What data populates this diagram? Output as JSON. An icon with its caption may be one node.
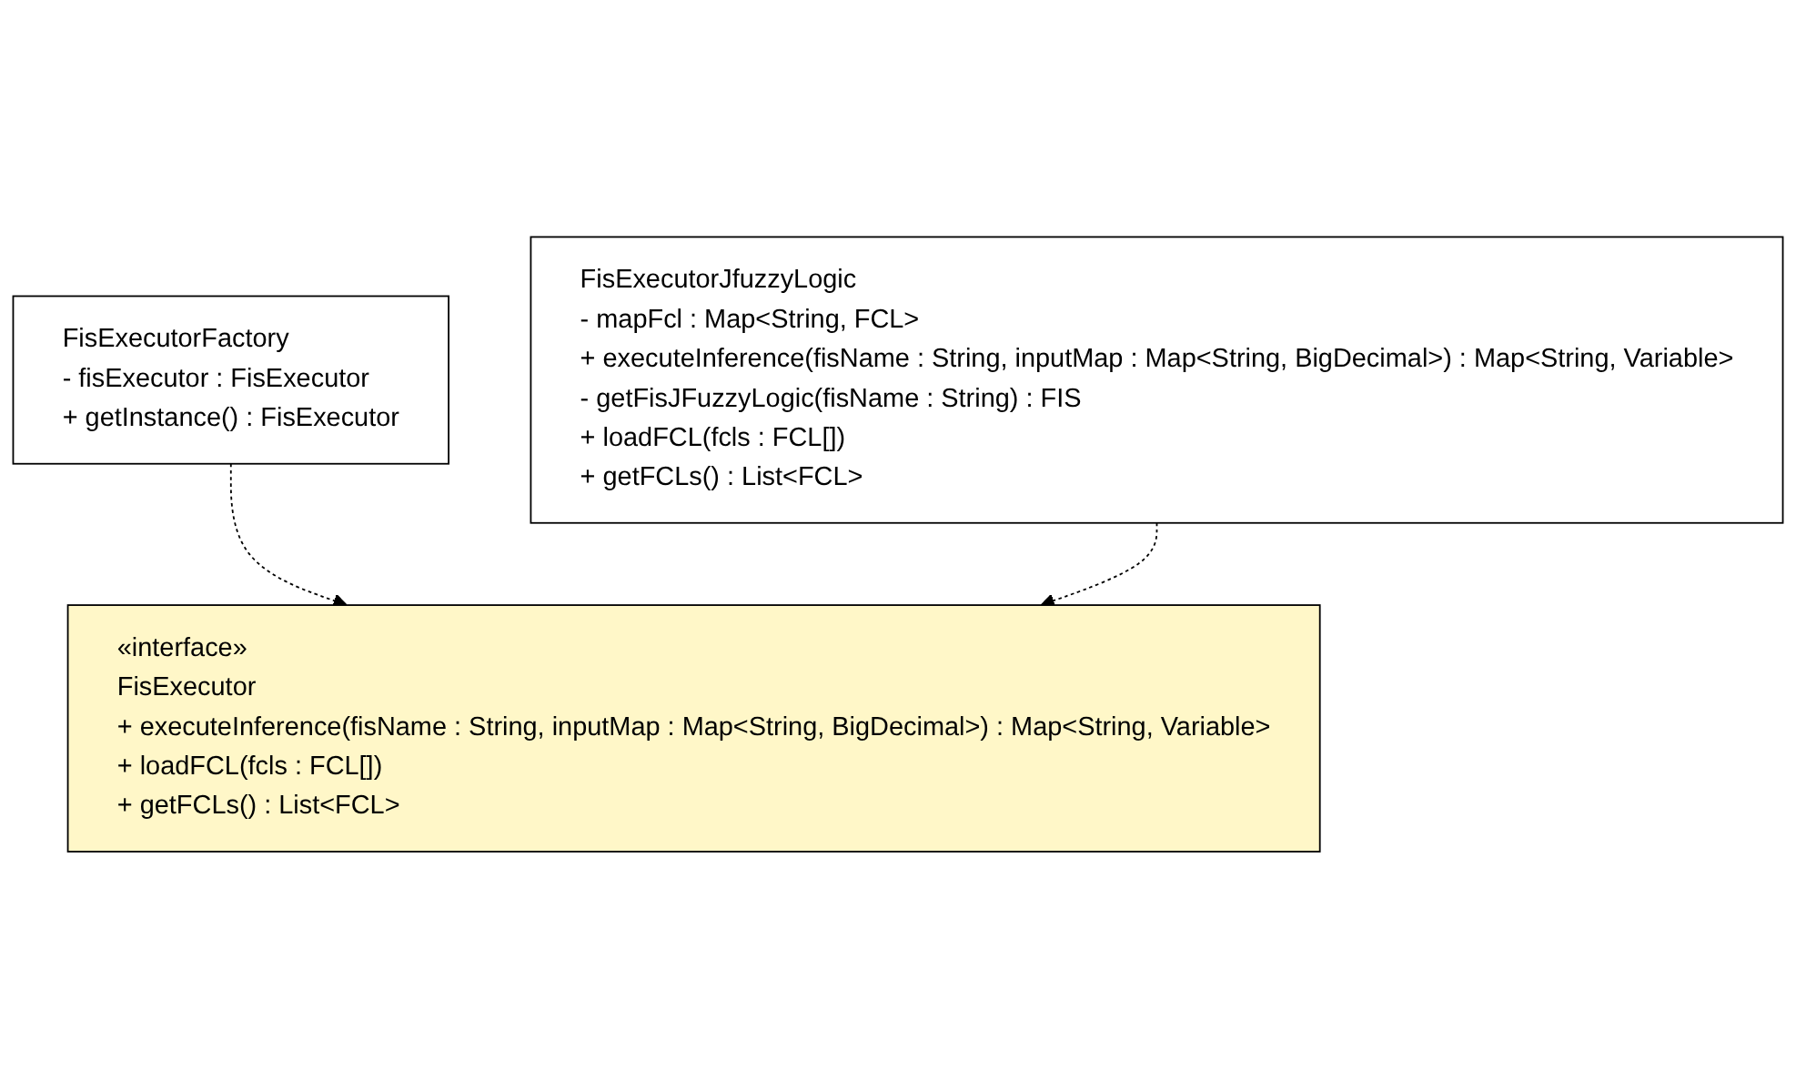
{
  "diagram": {
    "nodes": [
      {
        "text": [
          "FisExecutorFactory",
          "- fisExecutor : FisExecutor",
          "+ getInstance() : FisExecutor"
        ]
      },
      {
        "text": [
          "«interface»",
          "FisExecutor",
          "+ executeInference(fisName : String, inputMap : Map<String, BigDecimal>) : Map<String, Variable>",
          "+ loadFCL(fcls : FCL[])",
          "+ getFCLs() : List<FCL>"
        ]
      },
      {
        "text": [
          "FisExecutorJfuzzyLogic",
          "- mapFcl : Map<String, FCL>",
          "+ executeInference(fisName : String, inputMap : Map<String, BigDecimal>) : Map<String, Variable>",
          "- getFisJFuzzyLogic(fisName : String) : FIS",
          "+ loadFCL(fcls : FCL[])",
          "+ getFCLs() : List<FCL>"
        ]
      }
    ],
    "edges": [
      {
        "from": 0,
        "to": 1,
        "arrow": "to",
        "style": "dashed"
      },
      {
        "from": 2,
        "to": 1,
        "arrow": "to",
        "style": "dashed"
      }
    ]
  }
}
